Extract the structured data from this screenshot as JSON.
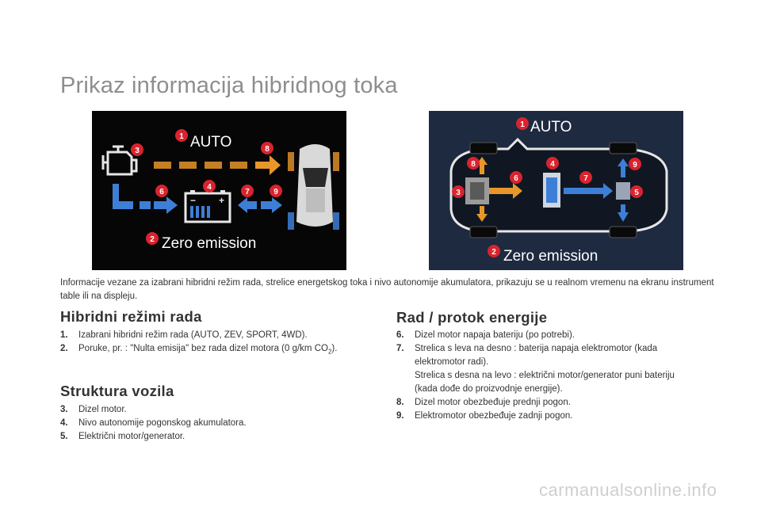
{
  "page_title": "Prikaz informacija hibridnog toka",
  "left_panel": {
    "mode_label": "AUTO",
    "message": "Zero emission",
    "markers": [
      "1",
      "2",
      "3",
      "4",
      "5",
      "6",
      "7",
      "8",
      "9"
    ]
  },
  "right_panel": {
    "mode_label": "AUTO",
    "message": "Zero emission"
  },
  "intro_text": "Informacije vezane za izabrani hibridni režim rada, strelice energetskog toka i nivo autonomije akumulatora, prikazuju se u realnom vremenu na ekranu instrument table ili na displeju.",
  "sections": {
    "hybrid_modes": {
      "heading": "Hibridni režimi rada",
      "items": [
        {
          "num": "1.",
          "text": "Izabrani hibridni režim rada (AUTO, ZEV, SPORT, 4WD)."
        },
        {
          "num": "2.",
          "text_before": "Poruke, pr. : \"Nulta emisija\" bez rada dizel motora (0 g/km CO",
          "sub": "2",
          "text_after": ")."
        }
      ]
    },
    "vehicle_structure": {
      "heading": "Struktura vozila",
      "items": [
        {
          "num": "3.",
          "text": "Dizel motor."
        },
        {
          "num": "4.",
          "text": "Nivo autonomije pogonskog akumulatora."
        },
        {
          "num": "5.",
          "text": "Električni motor/generator."
        }
      ]
    },
    "energy_flow": {
      "heading": "Rad / protok energije",
      "items": [
        {
          "num": "6.",
          "text": "Dizel motor napaja bateriju (po potrebi)."
        },
        {
          "num": "7.",
          "text": "Strelica s leva na desno : baterija napaja elektromotor (kada elektromotor radi).",
          "continuation": "Strelica s desna na levo : električni motor/generator puni bateriju (kada dođe do proizvodnje energije)."
        },
        {
          "num": "8.",
          "text": "Dizel motor obezbeđuje prednji pogon."
        },
        {
          "num": "9.",
          "text": "Elektromotor obezbeđuje zadnji pogon."
        }
      ]
    }
  },
  "watermark": "carmanualsonline.info",
  "colors": {
    "marker_red": "#d9232e",
    "arrow_orange": "#e8962a",
    "arrow_blue": "#3d7fd6",
    "panel_dark": "#060606",
    "panel_navy": "#1a2436",
    "title_gray": "#8e8e8e"
  }
}
